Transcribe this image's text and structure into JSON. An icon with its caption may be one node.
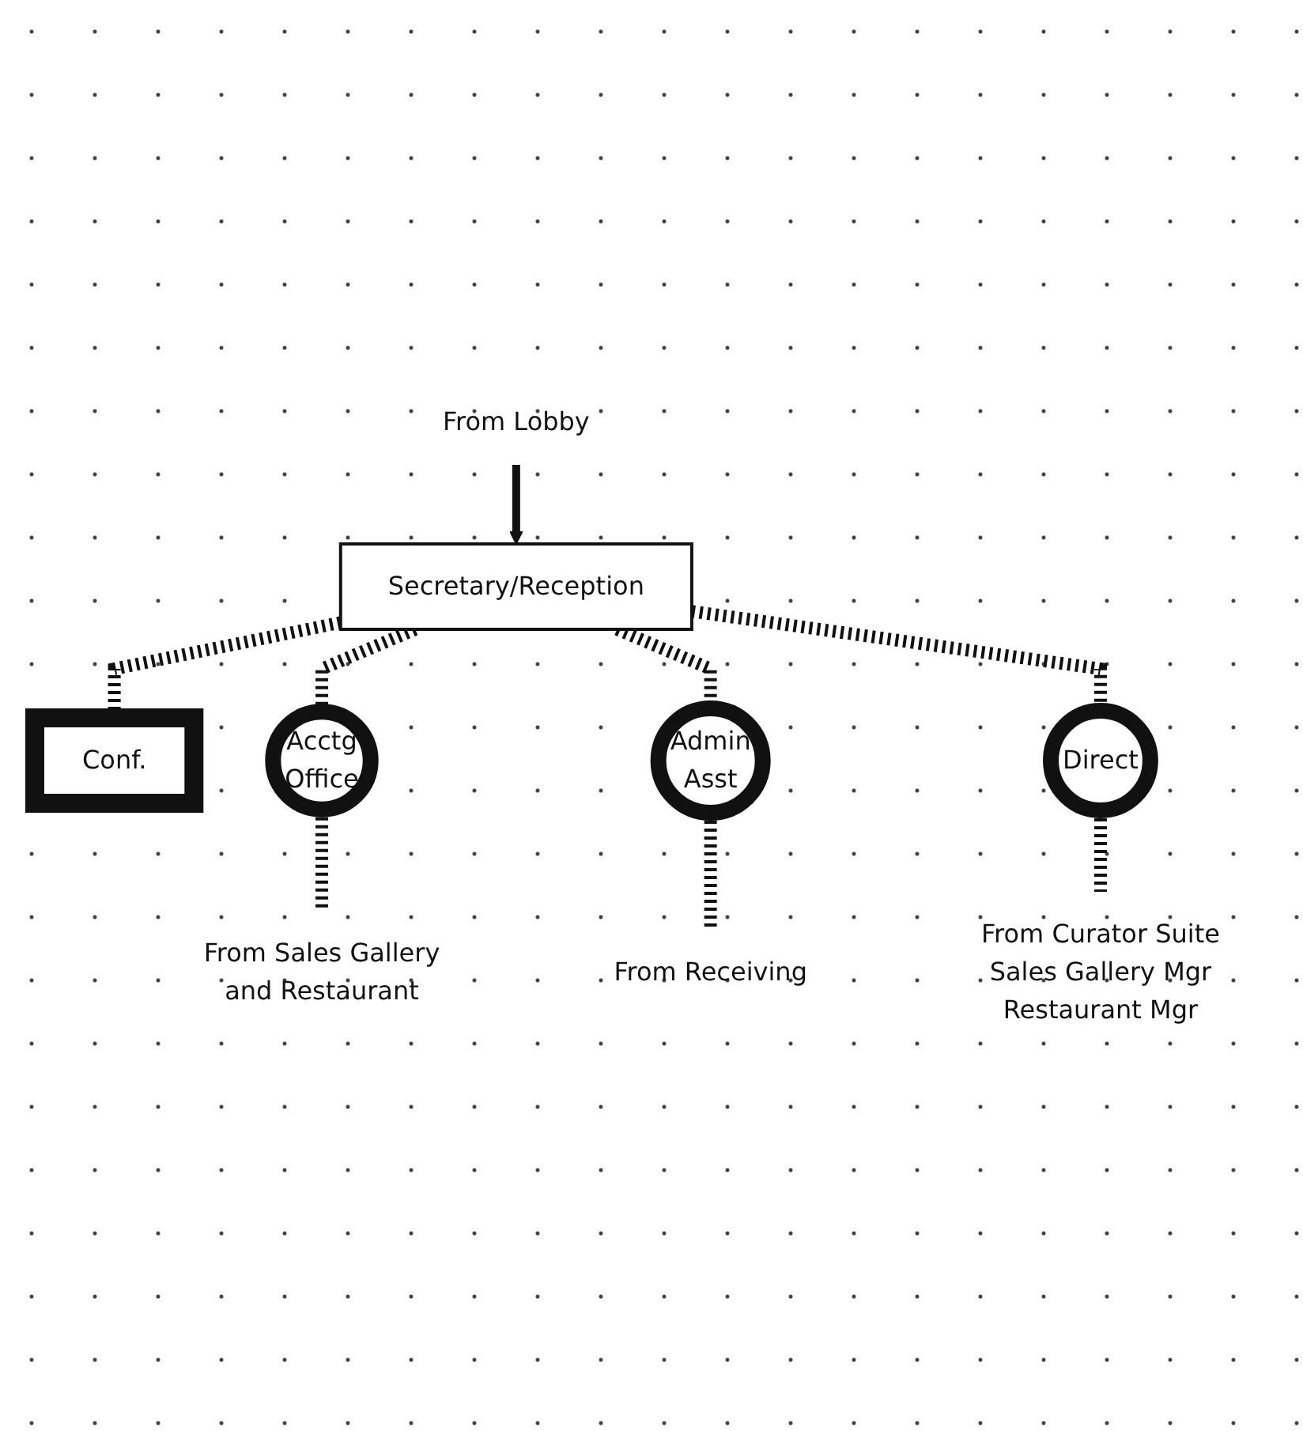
{
  "diagram": {
    "nodes": [
      {
        "text": [
          "From Lobby"
        ]
      },
      {
        "text": [
          "Secretary/Reception"
        ]
      },
      {
        "text": [
          "Conf."
        ]
      },
      {
        "text": [
          "Acctg Office"
        ]
      },
      {
        "text": [
          "Admin Asst"
        ]
      },
      {
        "text": [
          "Direct"
        ]
      },
      {
        "text": [
          "From Sales Gallery and Restaurant"
        ]
      },
      {
        "text": [
          "From Receiving"
        ]
      },
      {
        "text": [
          "From Curator Suite Sales Gallery Mgr Restaurant Mgr"
        ]
      }
    ],
    "edges": [
      {
        "from": 0,
        "to": 1,
        "arrow": "to"
      },
      {
        "from": 1,
        "to": 2,
        "arrow": "none",
        "style": "dashed"
      },
      {
        "from": 1,
        "to": 3,
        "arrow": "none",
        "style": "dashed"
      },
      {
        "from": 1,
        "to": 4,
        "arrow": "none",
        "style": "dashed"
      },
      {
        "from": 1,
        "to": 5,
        "arrow": "none",
        "style": "dashed"
      },
      {
        "from": 3,
        "to": 6,
        "arrow": "none",
        "style": "dashed"
      },
      {
        "from": 4,
        "to": 7,
        "arrow": "none",
        "style": "dashed"
      },
      {
        "from": 5,
        "to": 8,
        "arrow": "none",
        "style": "dashed"
      }
    ]
  }
}
